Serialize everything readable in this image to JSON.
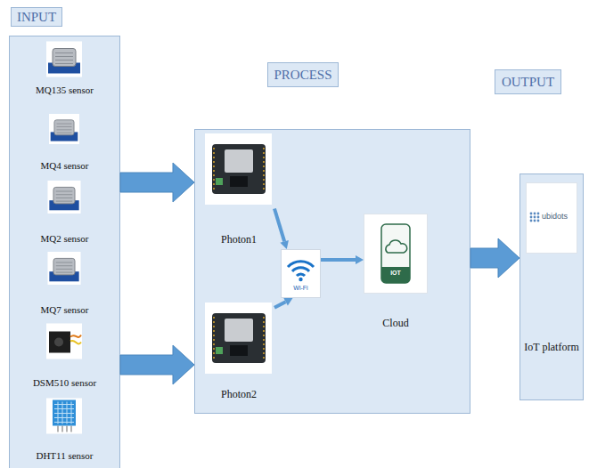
{
  "diagram": {
    "nodes": [
      {
        "text": [
          "INPUT"
        ]
      },
      {
        "text": [
          "MQ135 sensor"
        ],
        "in": 0
      },
      {
        "text": [
          "MQ4 sensor"
        ],
        "in": 0
      },
      {
        "text": [
          "MQ2 sensor"
        ],
        "in": 0
      },
      {
        "text": [
          "MQ7 sensor"
        ],
        "in": 0
      },
      {
        "text": [
          "DSM510 sensor"
        ],
        "in": 0
      },
      {
        "text": [
          "DHT11 sensor"
        ],
        "in": 0
      },
      {
        "text": [
          "PROCESS"
        ]
      },
      {
        "text": [
          "Photon1"
        ],
        "in": 7
      },
      {
        "text": [
          "Photon2"
        ],
        "in": 7
      },
      {
        "text": [
          "Wi-Fi"
        ],
        "in": 7
      },
      {
        "text": [
          "IOT",
          "Cloud"
        ],
        "in": 7
      },
      {
        "text": [
          "OUTPUT"
        ]
      },
      {
        "text": [
          "ubidots",
          "IoT platform"
        ],
        "in": 12
      }
    ],
    "edges": [
      {
        "from": 0,
        "to": 7,
        "arrow": "to"
      },
      {
        "from": 0,
        "to": 7,
        "arrow": "to"
      },
      {
        "from": 8,
        "to": 10,
        "arrow": "to"
      },
      {
        "from": 9,
        "to": 10,
        "arrow": "to"
      },
      {
        "from": 10,
        "to": 11,
        "arrow": "to"
      },
      {
        "from": 7,
        "to": 12,
        "arrow": "to"
      }
    ]
  }
}
